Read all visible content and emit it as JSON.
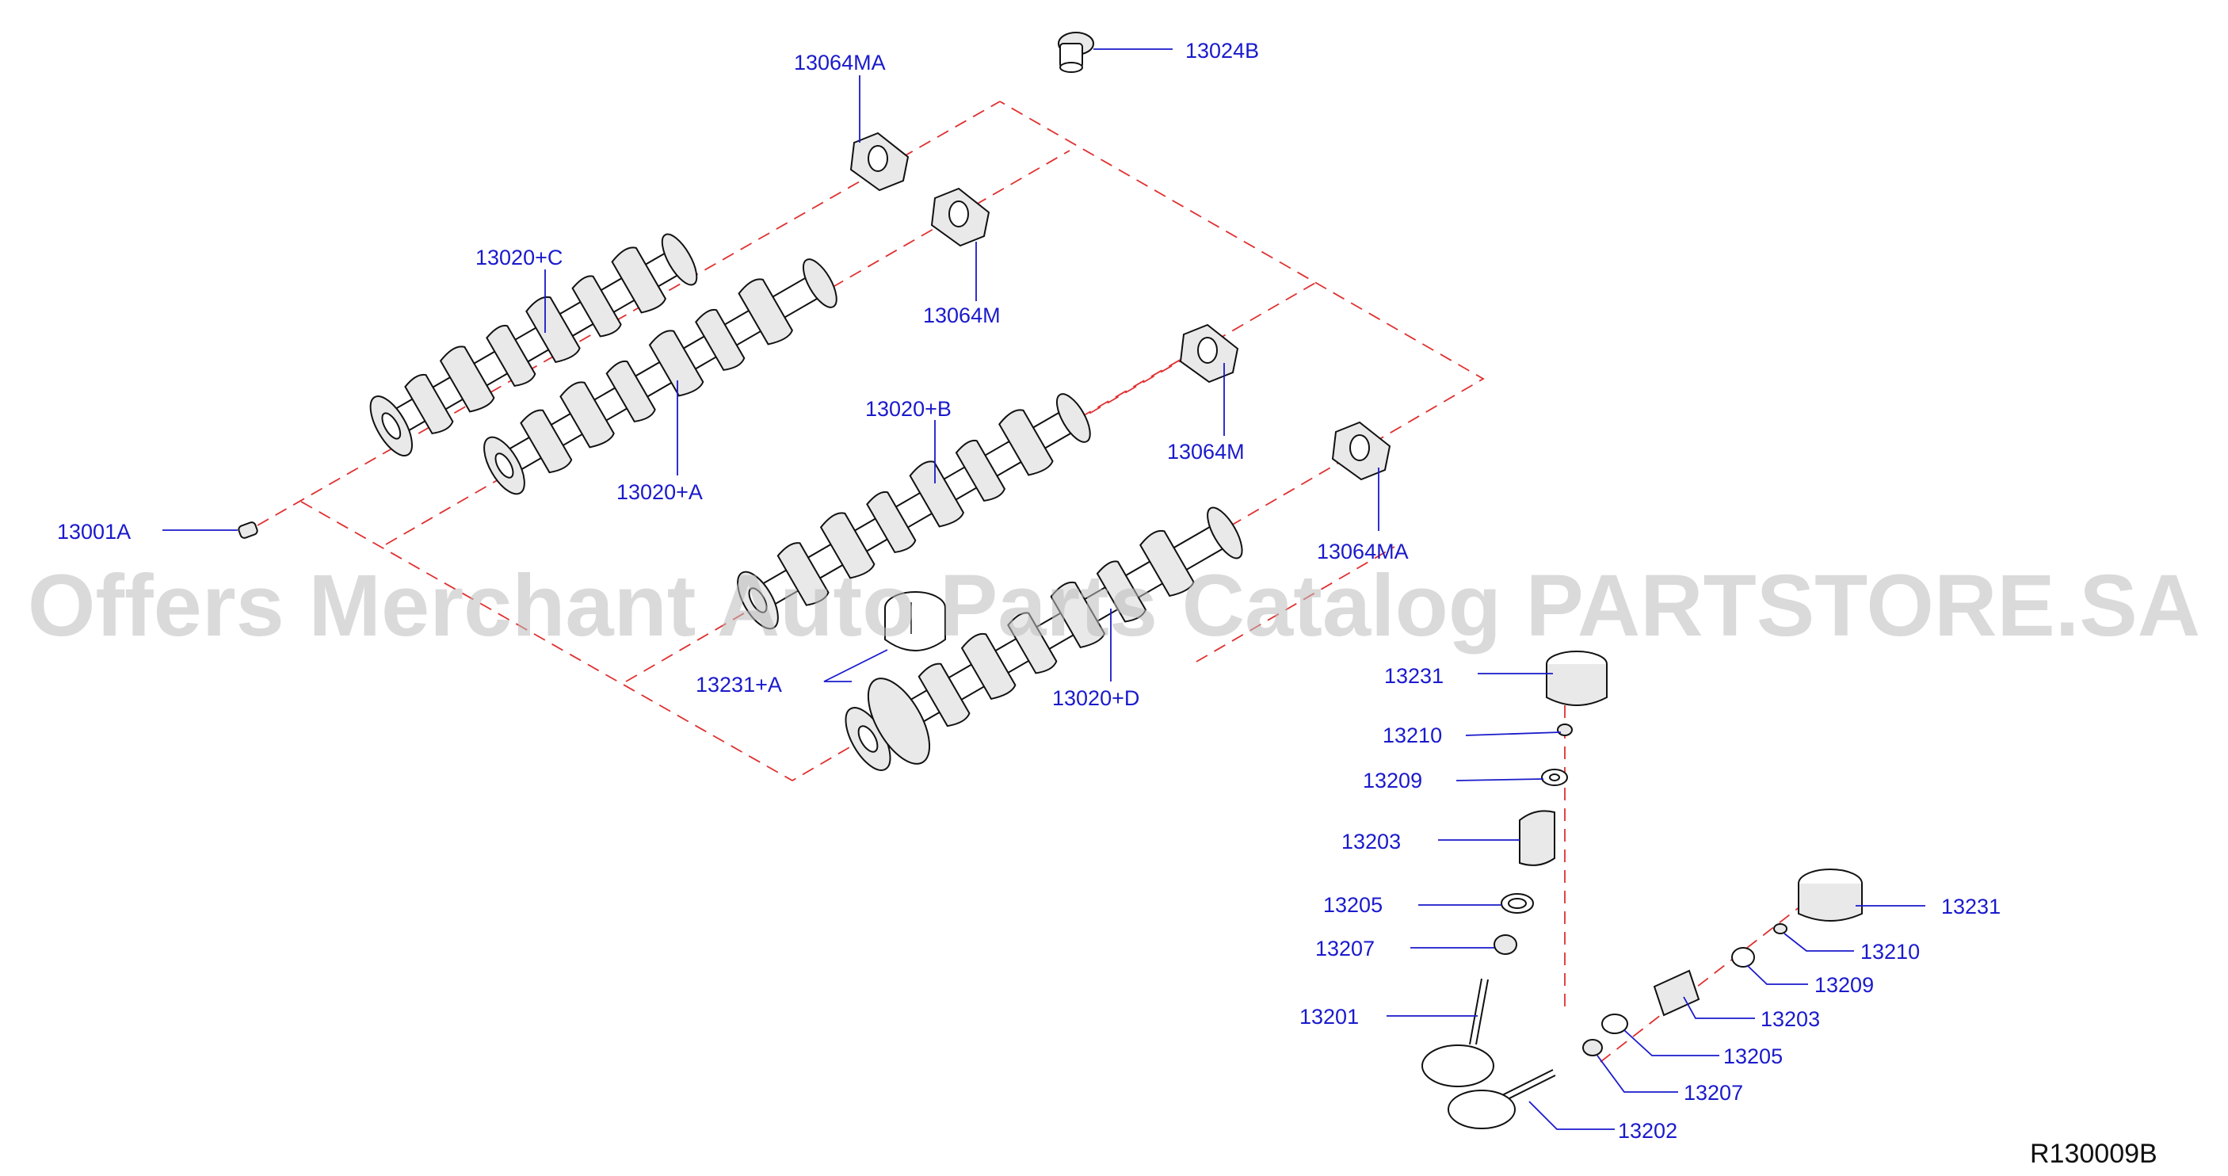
{
  "watermark": "Offers Merchant Auto Parts Catalog PARTSTORE.SA",
  "diagram_code": "R130009B",
  "labels": {
    "p13024B": "13024B",
    "p13064MA_top": "13064MA",
    "p13020C": "13020+C",
    "p13064M_upper": "13064M",
    "p13001A": "13001A",
    "p13020A": "13020+A",
    "p13020B": "13020+B",
    "p13064M_lower": "13064M",
    "p13064MA_lower": "13064MA",
    "p13231A": "13231+A",
    "p13020D": "13020+D",
    "l13231": "13231",
    "l13210": "13210",
    "l13209": "13209",
    "l13203": "13203",
    "l13205": "13205",
    "l13207": "13207",
    "l13201": "13201",
    "r13231": "13231",
    "r13210": "13210",
    "r13209": "13209",
    "r13203": "13203",
    "r13205": "13205",
    "r13207": "13207",
    "r13202": "13202"
  },
  "colors": {
    "label": "#1a1acc",
    "dashed_line": "#e03030",
    "watermark": "#bdbdbd"
  }
}
